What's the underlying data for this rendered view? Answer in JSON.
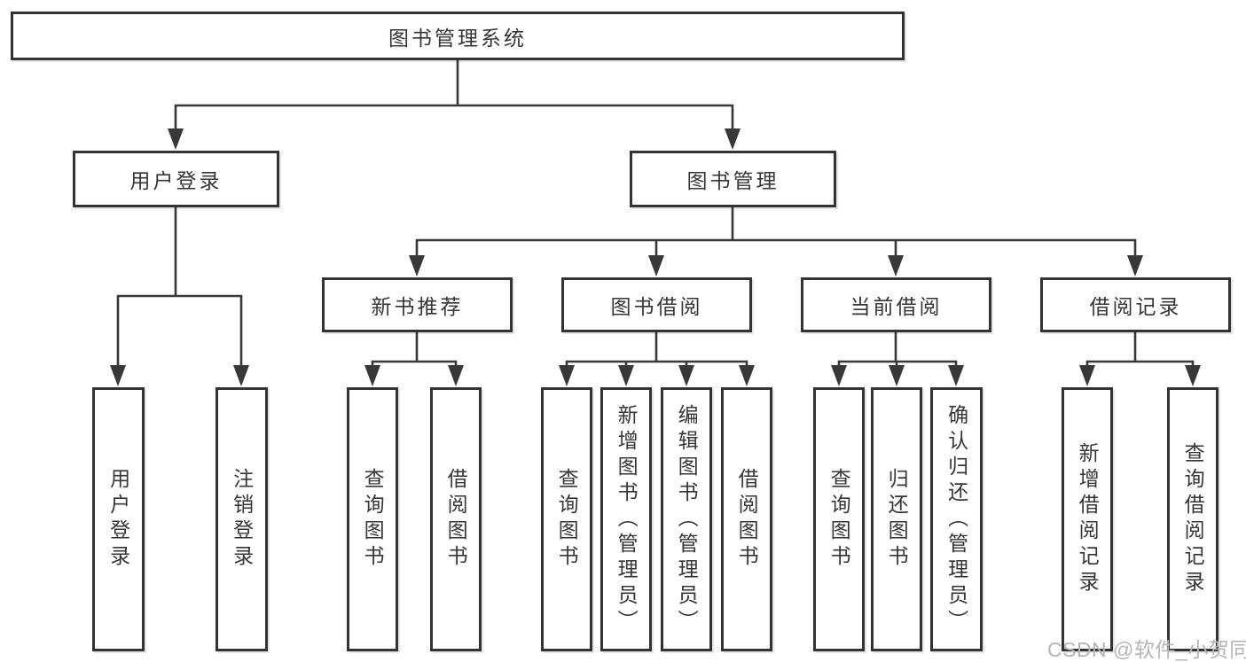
{
  "diagram": {
    "root": {
      "label": "图书管理系统",
      "children": [
        {
          "label": "用户登录",
          "children": [
            {
              "label": "用户登录"
            },
            {
              "label": "注销登录"
            }
          ]
        },
        {
          "label": "图书管理",
          "children": [
            {
              "label": "新书推荐",
              "children": [
                {
                  "label": "查询图书"
                },
                {
                  "label": "借阅图书"
                }
              ]
            },
            {
              "label": "图书借阅",
              "children": [
                {
                  "label": "查询图书"
                },
                {
                  "label": "新增图书（管理员）"
                },
                {
                  "label": "编辑图书（管理员）"
                },
                {
                  "label": "借阅图书"
                }
              ]
            },
            {
              "label": "当前借阅",
              "children": [
                {
                  "label": "查询图书"
                },
                {
                  "label": "归还图书"
                },
                {
                  "label": "确认归还（管理员）"
                }
              ]
            },
            {
              "label": "借阅记录",
              "children": [
                {
                  "label": "新增借阅记录"
                },
                {
                  "label": "查询借阅记录"
                }
              ]
            }
          ]
        }
      ]
    },
    "watermark": "CSDN @软件_小贺同学",
    "colors": {
      "line": "#383838",
      "box_border": "#333333",
      "text": "#363636",
      "watermark": "#b5b5b5",
      "background": "#ffffff"
    }
  }
}
